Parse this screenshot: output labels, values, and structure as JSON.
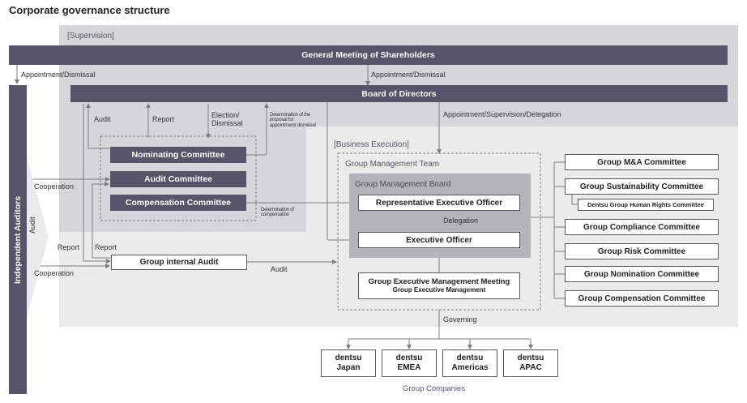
{
  "title": "Corporate governance structure",
  "sections": {
    "supervision": "[Supervision]",
    "business_execution": "[Business Execution]",
    "group_management_team": "Group Management Team",
    "group_management_board": "Group Management Board"
  },
  "bodies": {
    "shareholders": "General Meeting of Shareholders",
    "board": "Board of Directors",
    "auditors": "Independent Auditors",
    "nominating": "Nominating Committee",
    "audit_committee": "Audit Committee",
    "compensation": "Compensation Committee",
    "internal_audit": "Group internal Audit",
    "ceo": "Representative Executive Officer",
    "executive_officer": "Executive Officer",
    "exec_meeting": "Group Executive Management Meeting",
    "exec_meeting_sub": "Group Executive Management"
  },
  "committees": [
    "Group M&A Committee",
    "Group Sustainability Committee",
    "Group Compliance Committee",
    "Group Risk Committee",
    "Group Nomination Committee",
    "Group Compensation Committee"
  ],
  "subcommittee": "Dentsu Group Human Rights Committee",
  "companies": [
    {
      "brand": "dentsu",
      "region": "Japan"
    },
    {
      "brand": "dentsu",
      "region": "EMEA"
    },
    {
      "brand": "dentsu",
      "region": "Americas"
    },
    {
      "brand": "dentsu",
      "region": "APAC"
    }
  ],
  "companies_label": "Group Companies",
  "labels": {
    "appt_left": "Appointment/Dismissal",
    "appt_mid": "Appointment/Dismissal",
    "appt_sup_del": "Appointment/Supervision/Delegation",
    "audit_a": "Audit",
    "report_a": "Report",
    "election": "Election/\nDismissal",
    "determination_proposal": "Determination of the proposal for appointment/ dismissal",
    "determination_comp": "Determination of compensation",
    "cooperation_1": "Cooperation",
    "cooperation_2": "Cooperation",
    "audit_vertical": "Audit",
    "report_b": "Report",
    "report_c": "Report",
    "audit_c": "Audit",
    "delegation": "Delegation",
    "governing": "Governing"
  },
  "colors": {
    "dark": "#575368",
    "supervision_bg": "#d6d5da",
    "execution_bg": "#ebebeb",
    "board_bg": "#b4b3bb",
    "line": "#7c7c7c"
  }
}
